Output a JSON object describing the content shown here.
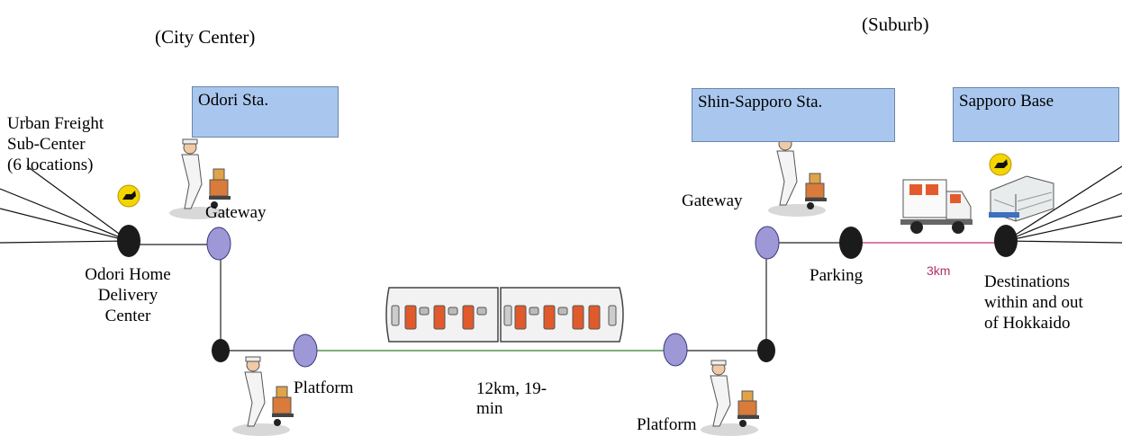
{
  "regions": {
    "city": "(City Center)",
    "suburb": "(Suburb)"
  },
  "stations": {
    "odori": "Odori Sta.",
    "shin_sapporo": "Shin-Sapporo Sta.",
    "sapporo_base": "Sapporo Base"
  },
  "labels": {
    "urban_freight": [
      "Urban Freight",
      "Sub-Center",
      "(6 locations)"
    ],
    "odori_home": [
      "Odori Home",
      "Delivery",
      "Center"
    ],
    "gateway_left": "Gateway",
    "gateway_right": "Gateway",
    "platform_left": "Platform",
    "platform_right": "Platform",
    "parking": "Parking",
    "distance_truck": "3km",
    "distance_train": [
      "12km, 19-",
      "min"
    ],
    "destinations": [
      "Destinations",
      "within and out",
      "of Hokkaido"
    ]
  },
  "colors": {
    "node_dark": "#1b1b1b",
    "node_purple": "#9e98d6",
    "station_box": "#a9c7ee",
    "train_line": "#2e7d32",
    "truck_line": "#c0307a"
  }
}
